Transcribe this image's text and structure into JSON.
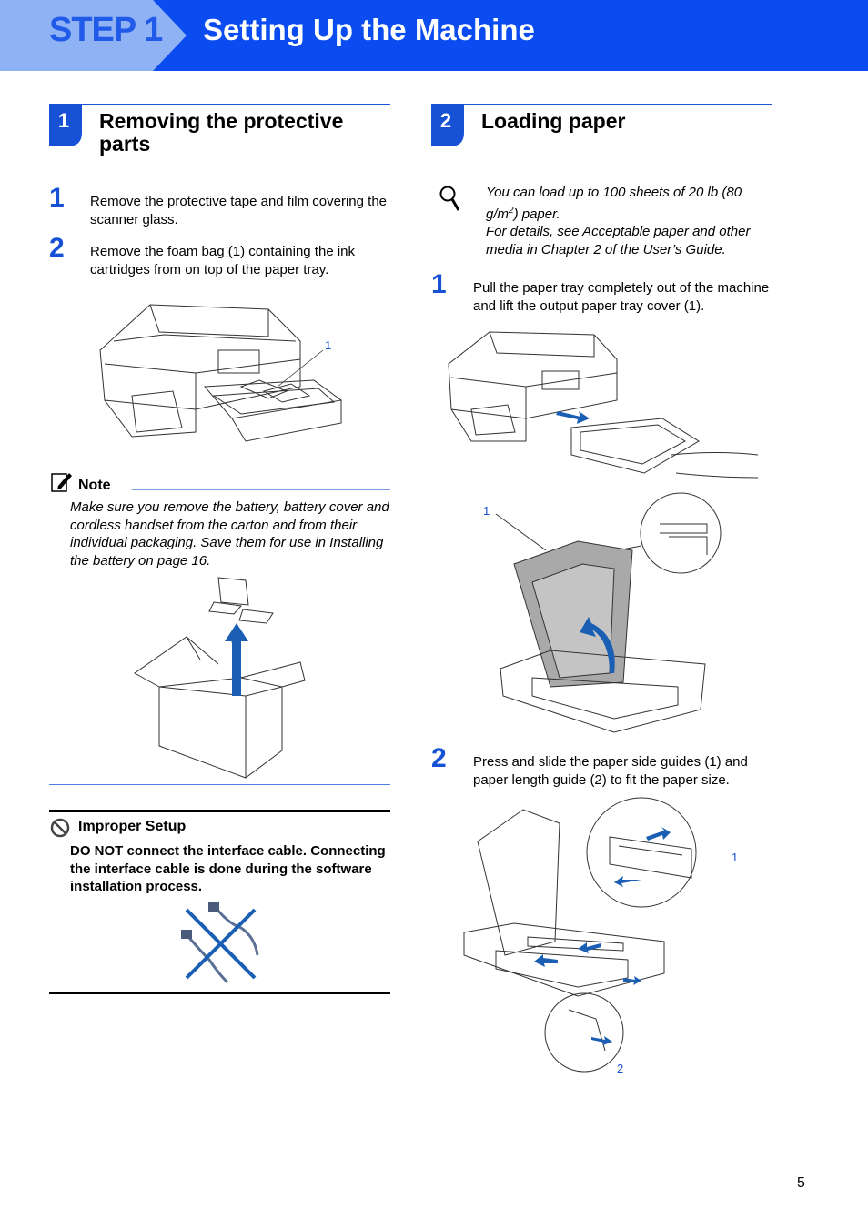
{
  "header": {
    "step": "STEP 1",
    "title": "Setting Up the Machine"
  },
  "section1": {
    "number": "1",
    "title": "Removing the protective parts",
    "steps": [
      {
        "num": "1",
        "text": "Remove the protective tape and film covering the scanner glass."
      },
      {
        "num": "2",
        "text": "Remove the foam bag (1) containing the ink cartridges from on top of the paper tray."
      }
    ],
    "figure_callout": "1",
    "note": {
      "label": "Note",
      "text": "Make sure you remove the battery, battery cover and cordless handset from the carton and from their individual packaging. Save them for use in Installing the battery on page 16."
    },
    "improper": {
      "label": "Improper Setup",
      "text": "DO NOT connect the interface cable. Connecting the interface cable is done during the software installation process."
    }
  },
  "section2": {
    "number": "2",
    "title": "Loading paper",
    "tip": {
      "line1_pre": "You can load up to 100 sheets of 20 lb (80 g/m",
      "line1_sup": "2",
      "line1_post": ") paper.",
      "line2": "For details, see Acceptable paper and other media in Chapter 2 of the User’s Guide."
    },
    "steps": [
      {
        "num": "1",
        "text": "Pull the paper tray completely out of the machine and lift the output paper tray cover (1)."
      },
      {
        "num": "2",
        "text": "Press and slide the paper side guides (1) and paper length guide (2) to fit the paper size."
      }
    ],
    "callouts": {
      "fig1": "1",
      "fig2a": "1",
      "fig2b": "2"
    }
  },
  "page_number": "5",
  "colors": {
    "brand_blue": "#0a4cf0",
    "accent_blue": "#1752d6",
    "arrow_blue": "#1a5fb4"
  }
}
